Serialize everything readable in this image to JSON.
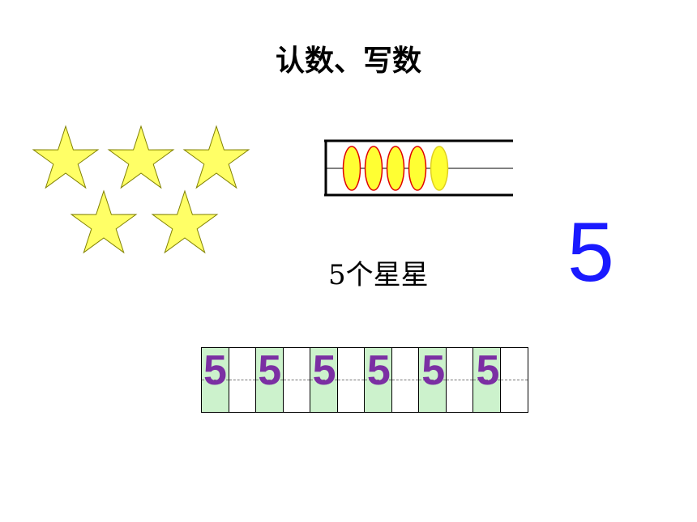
{
  "title": "认数、写数",
  "caption": "5个星星",
  "big_number": "5",
  "stars": {
    "count": 5,
    "fill": "#ffff66",
    "stroke": "#808000"
  },
  "abacus": {
    "beads": 5,
    "bead_fill": "#ffff33",
    "bead_stroke": "#e00000"
  },
  "practice": {
    "digits": [
      "5",
      "5",
      "5",
      "5",
      "5",
      "5"
    ],
    "digit_color": "#7b2fa3",
    "green_cell": "#ccf2cc"
  },
  "colors": {
    "big_number": "#1a1aff"
  }
}
